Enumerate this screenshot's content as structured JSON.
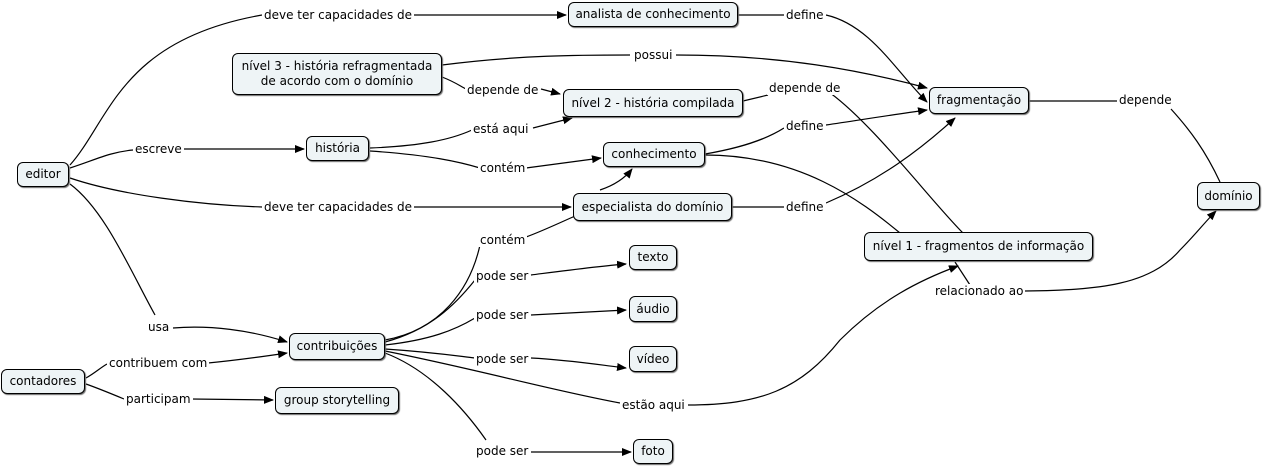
{
  "concepts": {
    "editor": "editor",
    "contadores": "contadores",
    "analista": "analista de conhecimento",
    "nivel3": "nível 3 - história refragmentada\nde acordo com o domínio",
    "nivel2": "nível 2 - história compilada",
    "historia": "história",
    "conhecimento": "conhecimento",
    "especialista": "especialista do domínio",
    "fragmentacao": "fragmentação",
    "dominio": "domínio",
    "nivel1": "nível 1 - fragmentos de informação",
    "texto": "texto",
    "audio": "áudio",
    "video": "vídeo",
    "foto": "foto",
    "contribuicoes": "contribuições",
    "group": "group storytelling"
  },
  "links": {
    "deve_ter_1": "deve ter capacidades de",
    "define_1": "define",
    "possui": "possui",
    "depende_de_1": "depende de",
    "depende_de_2": "depende de",
    "depende": "depende",
    "escreve": "escreve",
    "esta_aqui": "está aqui",
    "define_2": "define",
    "contem_1": "contém",
    "deve_ter_2": "deve ter capacidades de",
    "define_3": "define",
    "contem_2": "contém",
    "pode_ser_1": "pode ser",
    "pode_ser_2": "pode ser",
    "pode_ser_3": "pode ser",
    "pode_ser_4": "pode ser",
    "usa": "usa",
    "contribuem": "contribuem com",
    "participam": "participam",
    "estao_aqui": "estão aqui",
    "relacionado": "relacionado ao"
  },
  "colors": {
    "node_fill": "#eef4f6",
    "line": "#000000"
  }
}
